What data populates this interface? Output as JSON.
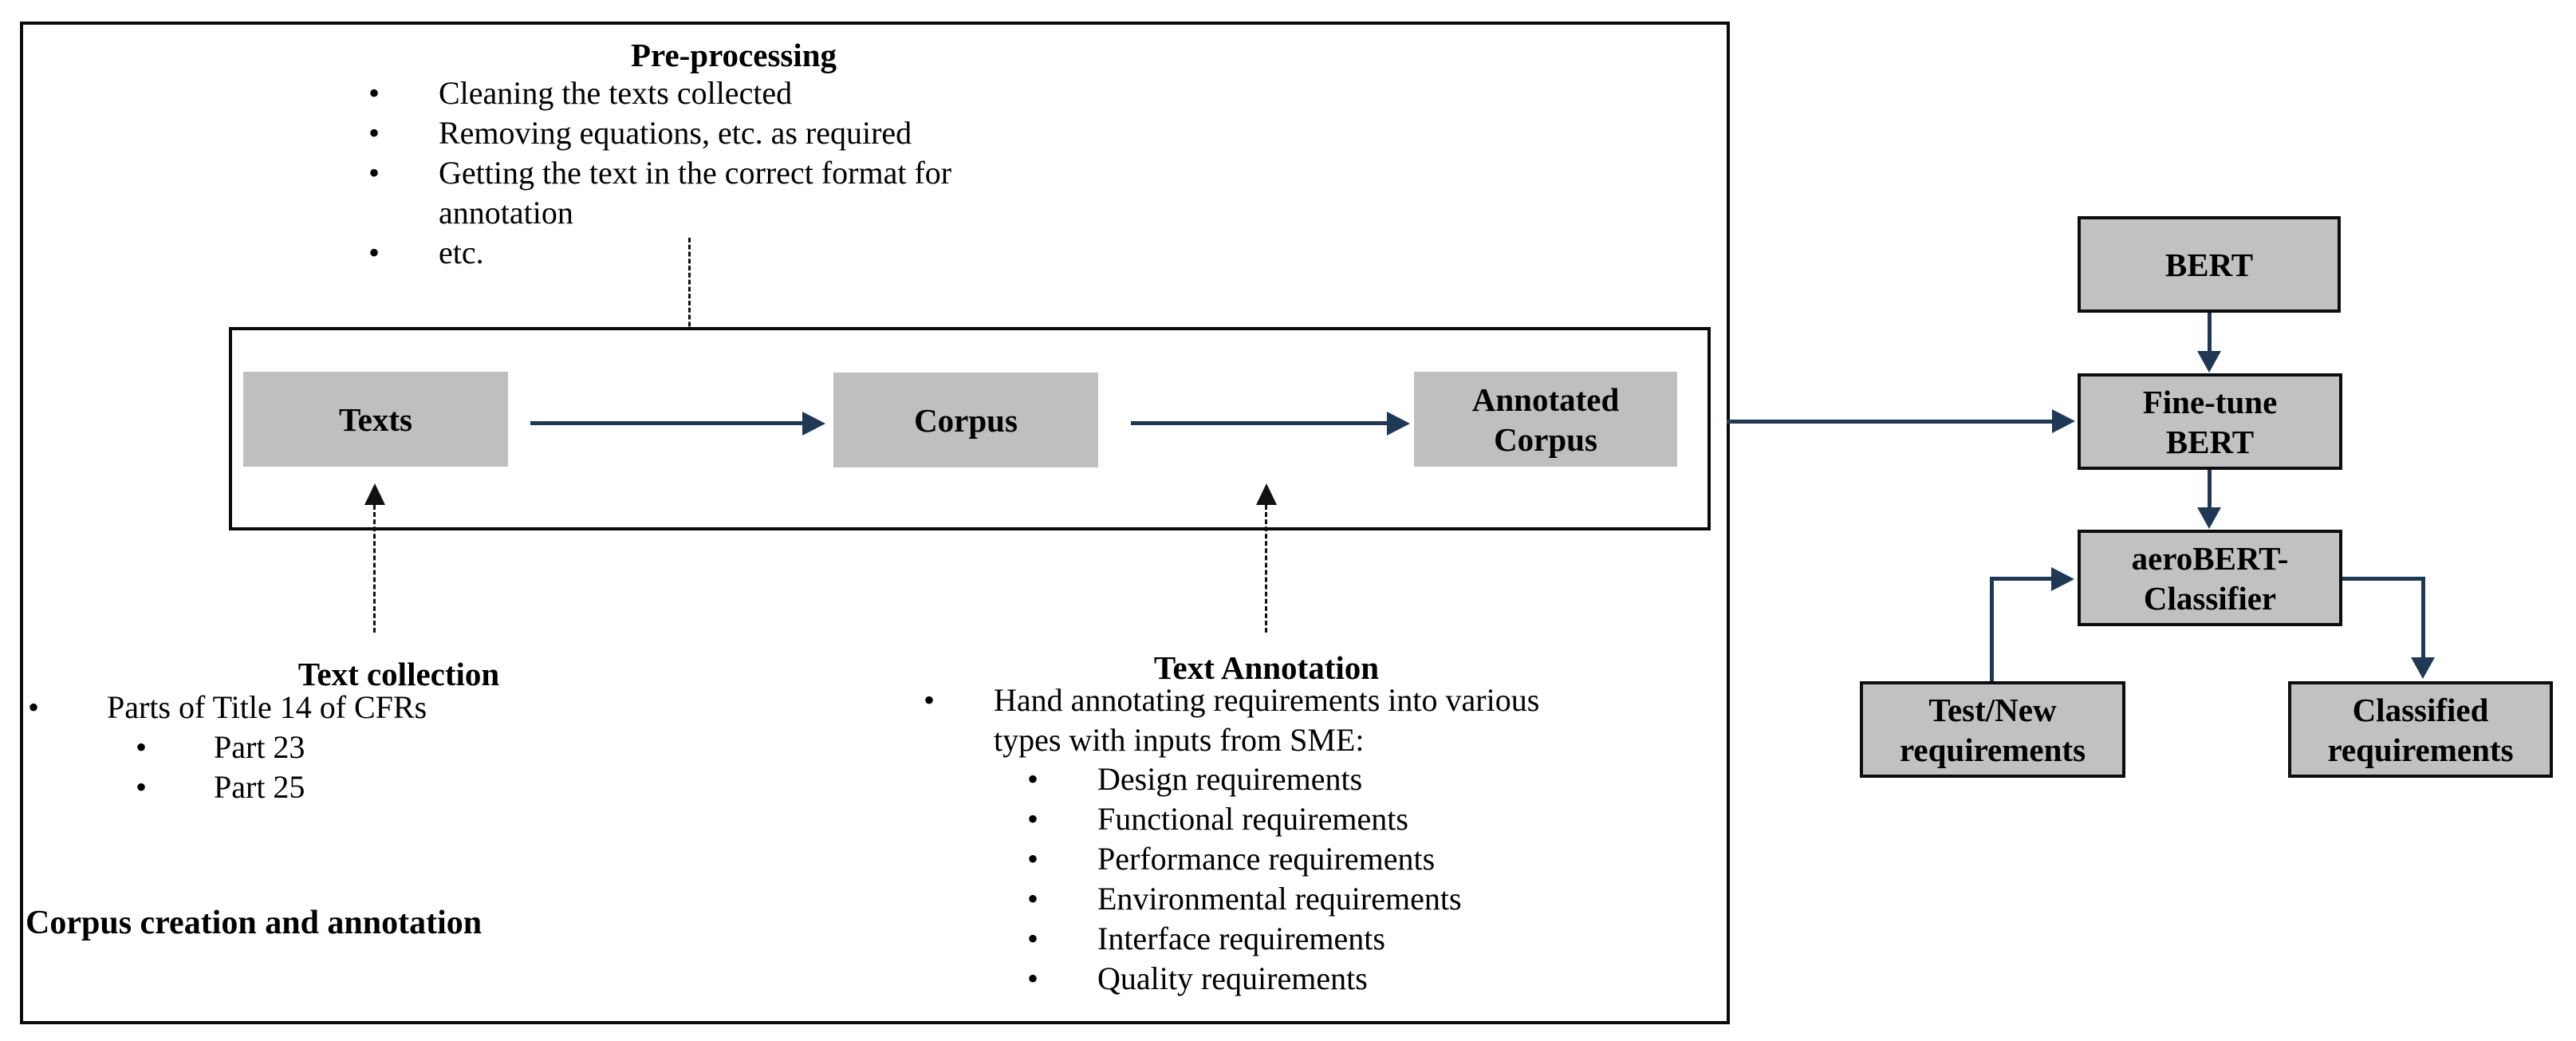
{
  "colors": {
    "box_fill_gray": "#bfbfbf",
    "arrow_navy": "#1f3854",
    "line_black": "#111111"
  },
  "corpus_panel": {
    "label": "Corpus creation and annotation",
    "preprocessing": {
      "title": "Pre-processing",
      "bullet1": "Cleaning the texts collected",
      "bullet2": "Removing equations, etc. as required",
      "bullet3_line1": "Getting the text in the correct format for",
      "bullet3_line2": "annotation",
      "bullet4": "etc."
    },
    "pipeline": {
      "texts_label": "Texts",
      "corpus_label": "Corpus",
      "annotated_label": "Annotated\nCorpus"
    },
    "text_collection": {
      "title": "Text collection",
      "bullet1": "Parts of Title 14 of CFRs",
      "sub1": "Part 23",
      "sub2": "Part 25"
    },
    "text_annotation": {
      "title": "Text Annotation",
      "bullet1_line1": "Hand annotating requirements into various",
      "bullet1_line2": "types with inputs from SME:",
      "sub1": "Design requirements",
      "sub2": "Functional requirements",
      "sub3": "Performance requirements",
      "sub4": "Environmental requirements",
      "sub5": "Interface requirements",
      "sub6": "Quality requirements"
    }
  },
  "bert_flow": {
    "bert_label": "BERT",
    "finetune_label": "Fine-tune\nBERT",
    "classifier_label": "aeroBERT-\nClassifier",
    "testnew_label": "Test/New\nrequirements",
    "classified_label": "Classified\nrequirements"
  }
}
